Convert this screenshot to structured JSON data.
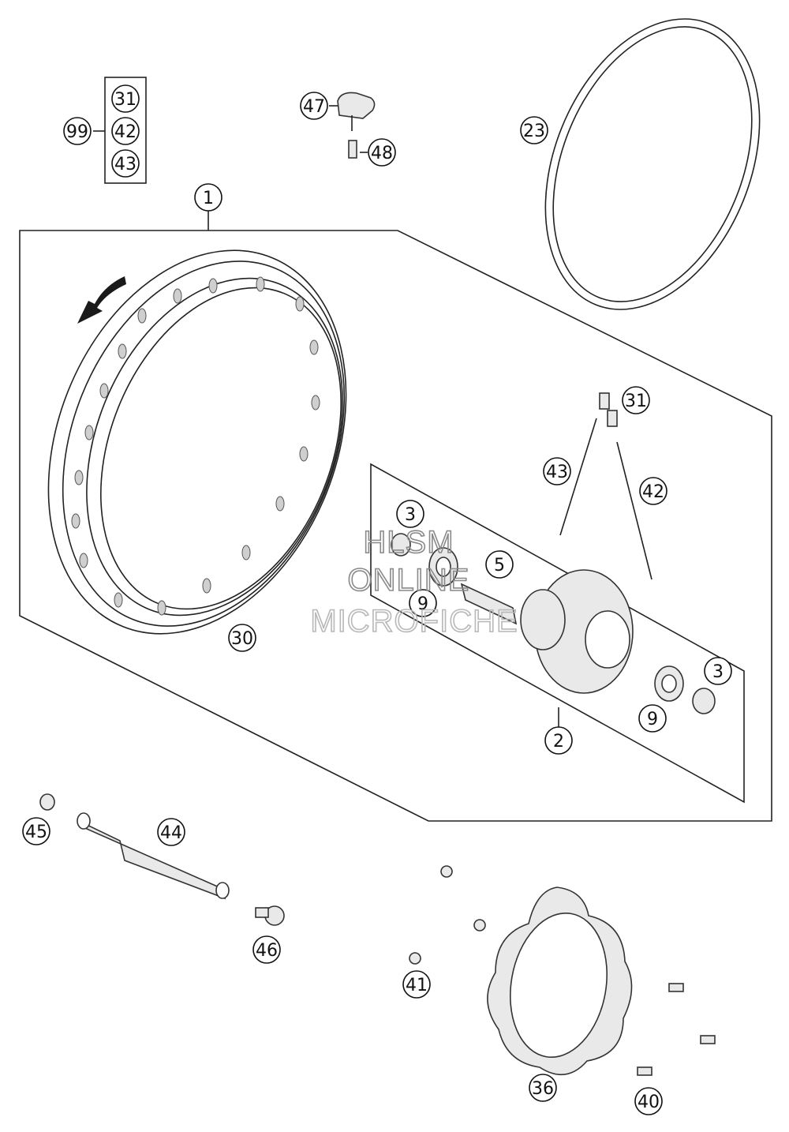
{
  "callouts": {
    "c99": "99",
    "c31a": "31",
    "c42a": "42",
    "c43a": "43",
    "c47": "47",
    "c48": "48",
    "c23": "23",
    "c1": "1",
    "c31b": "31",
    "c43b": "43",
    "c42b": "42",
    "c3a": "3",
    "c5": "5",
    "c9a": "9",
    "c30": "30",
    "c3b": "3",
    "c9b": "9",
    "c2": "2",
    "c45": "45",
    "c44": "44",
    "c46": "46",
    "c41": "41",
    "c36": "36",
    "c40": "40"
  },
  "watermark": {
    "line1": "HLSM",
    "line2": "ONLINE",
    "line3": "MICROFICHE"
  }
}
